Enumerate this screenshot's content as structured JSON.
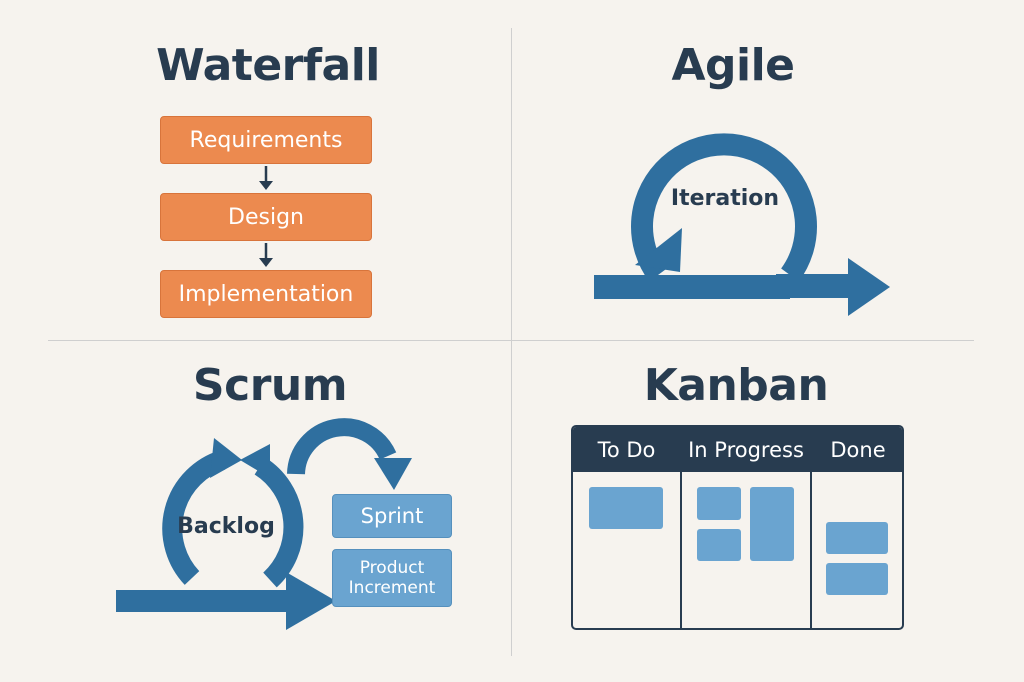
{
  "waterfall": {
    "title": "Waterfall",
    "steps": [
      "Requirements",
      "Design",
      "Implementation"
    ]
  },
  "agile": {
    "title": "Agile",
    "center_label": "Iteration"
  },
  "scrum": {
    "title": "Scrum",
    "center_label": "Backlog",
    "sprint_label": "Sprint",
    "increment_label_line1": "Product",
    "increment_label_line2": "Increment"
  },
  "kanban": {
    "title": "Kanban",
    "columns": [
      "To Do",
      "In Progress",
      "Done"
    ],
    "cards_per_column": [
      1,
      3,
      2
    ]
  },
  "colors": {
    "background": "#f6f3ee",
    "title_text": "#283c50",
    "waterfall_orange": "#ec8a4f",
    "arrow_blue": "#2f6f9f",
    "card_blue": "#6aa4d0",
    "kanban_header": "#283c50"
  }
}
